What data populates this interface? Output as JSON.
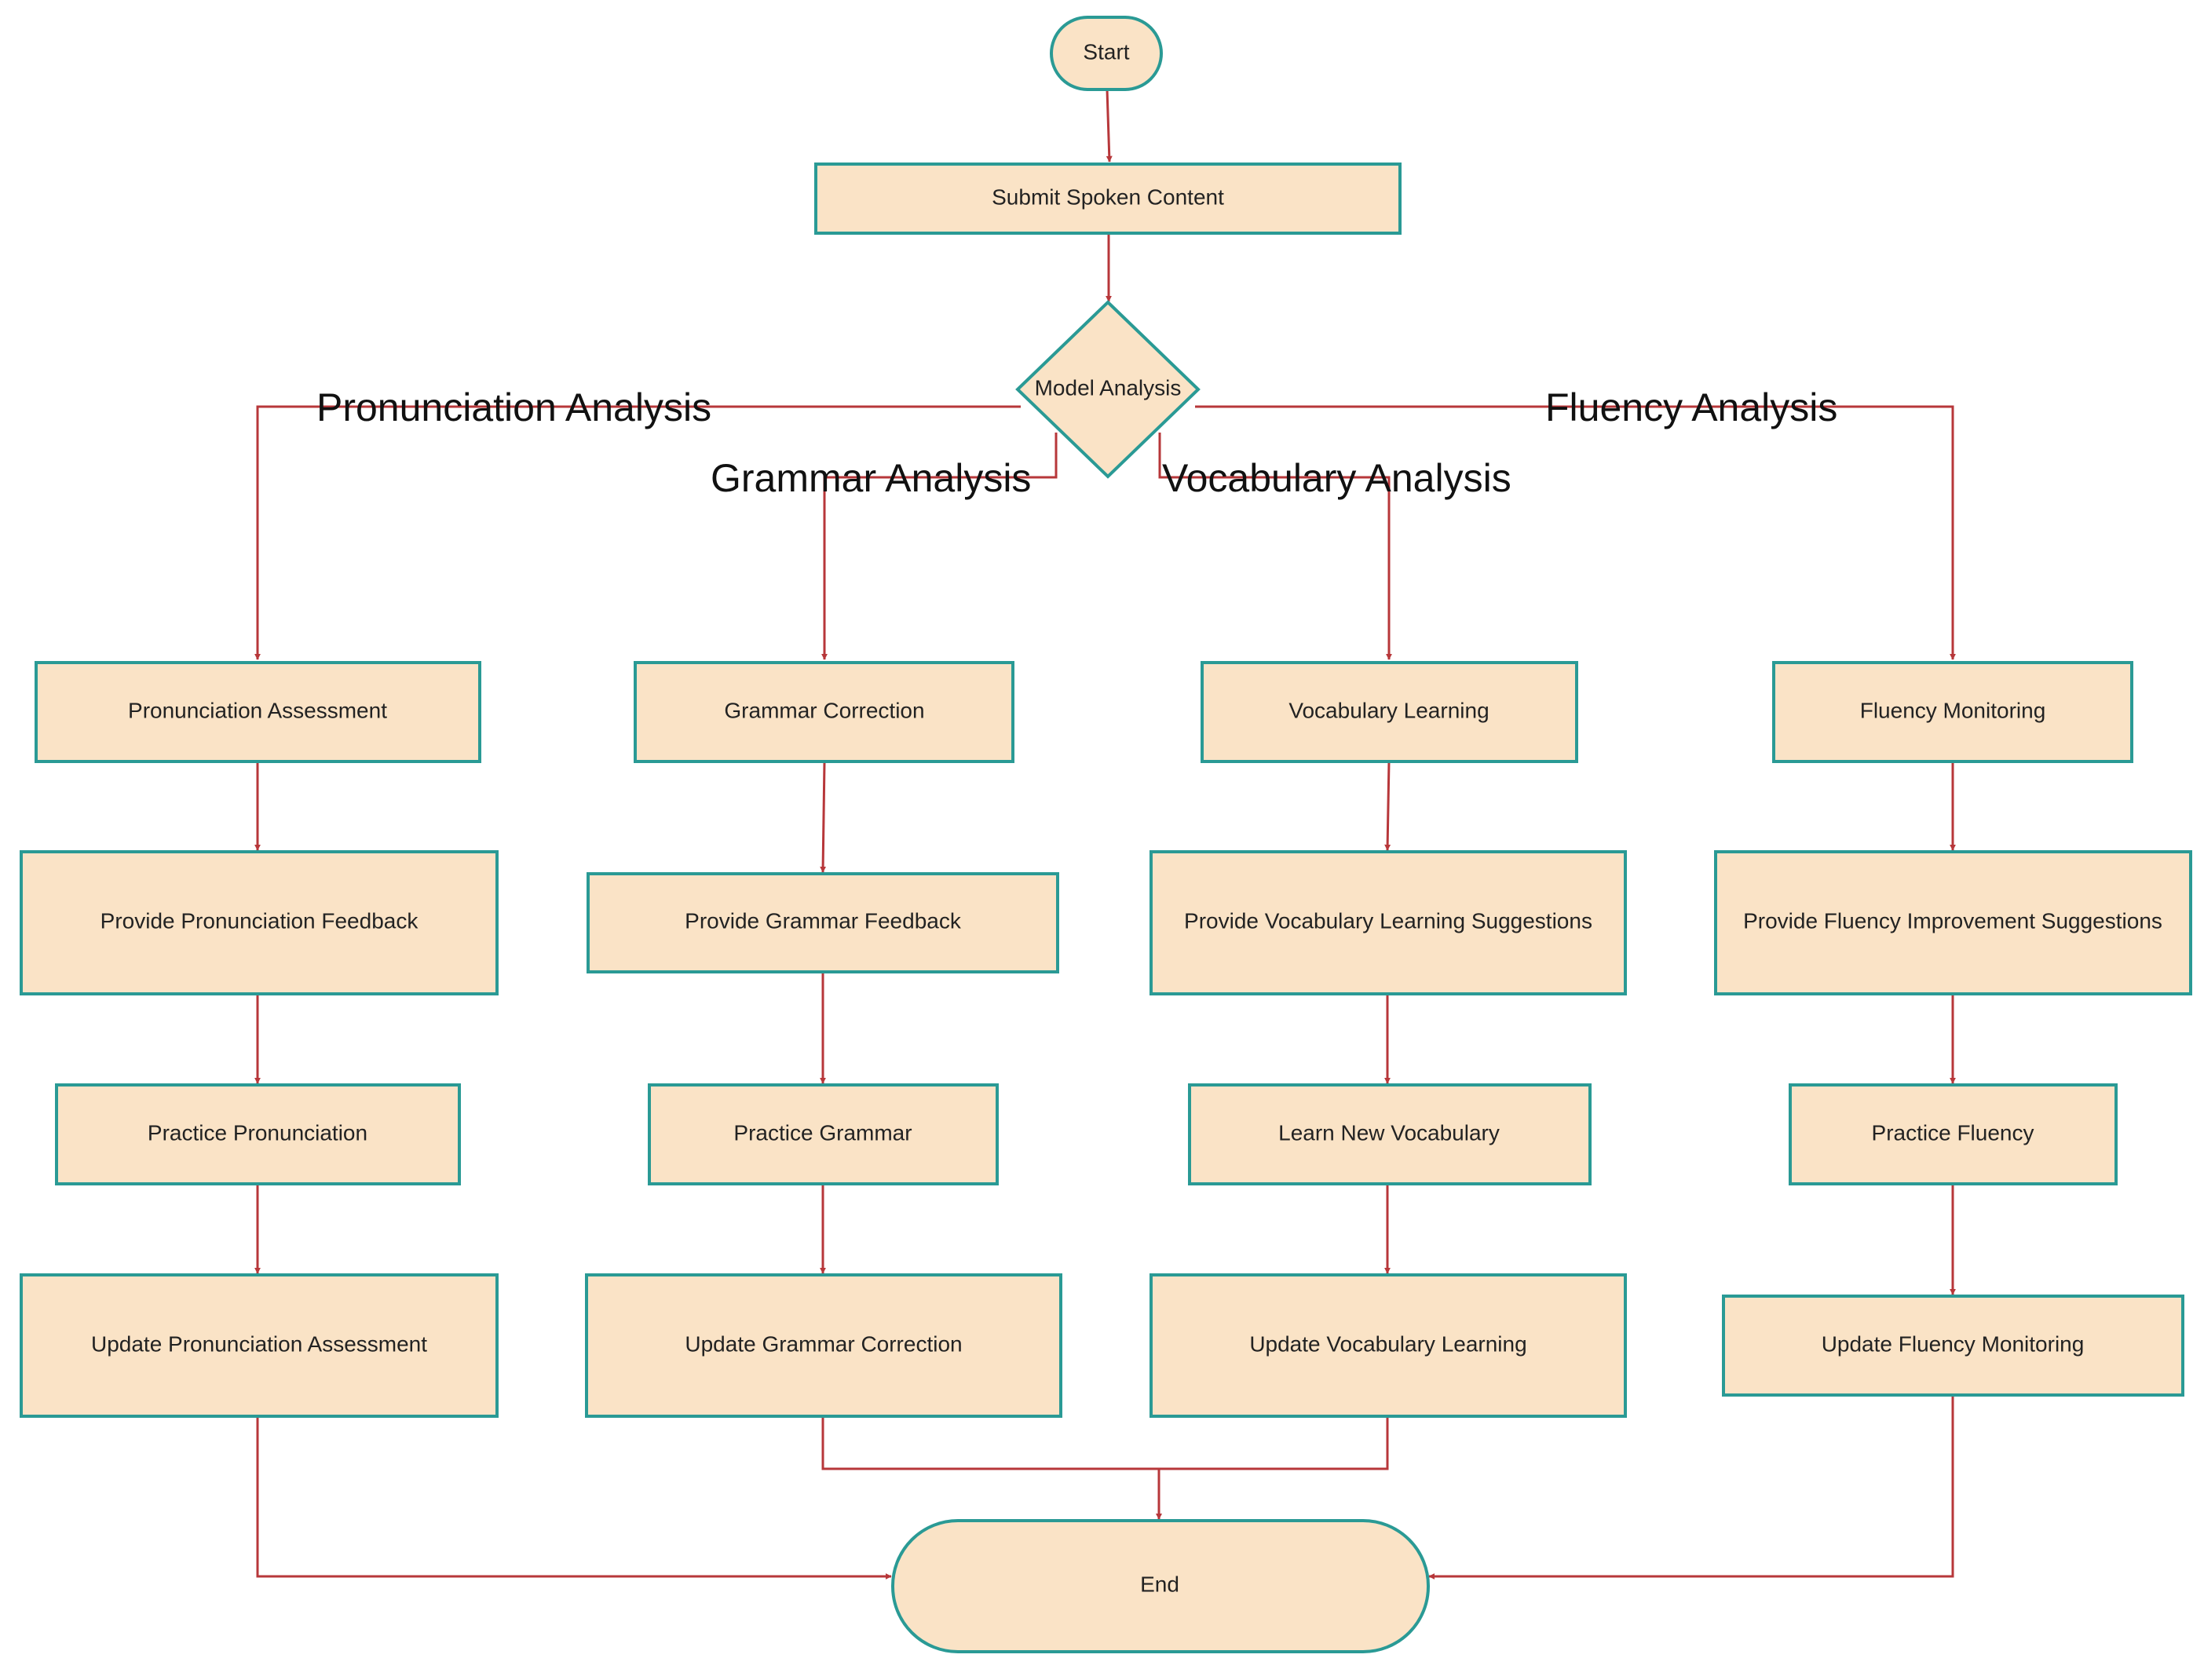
{
  "colors": {
    "node_fill": "#fae3c6",
    "node_border": "#2a9a95",
    "edge": "#b7373a",
    "label_text": "#111111"
  },
  "nodes": {
    "start": "Start",
    "submit": "Submit Spoken Content",
    "model": "Model Analysis",
    "pa": "Pronunciation Assessment",
    "ppf": "Provide Pronunciation Feedback",
    "pp": "Practice Pronunciation",
    "upa": "Update Pronunciation Assessment",
    "gc": "Grammar Correction",
    "pgf": "Provide Grammar Feedback",
    "pg": "Practice Grammar",
    "ugc": "Update Grammar Correction",
    "vl": "Vocabulary Learning",
    "pvls": "Provide Vocabulary Learning Suggestions",
    "lnv": "Learn New Vocabulary",
    "uvl": "Update Vocabulary Learning",
    "fm": "Fluency Monitoring",
    "pfis": "Provide Fluency Improvement Suggestions",
    "pf": "Practice Fluency",
    "ufm": "Update Fluency Monitoring",
    "end": "End"
  },
  "edge_labels": {
    "pronunciation": "Pronunciation Analysis",
    "grammar": "Grammar Analysis",
    "vocabulary": "Vocabulary Analysis",
    "fluency": "Fluency Analysis"
  }
}
